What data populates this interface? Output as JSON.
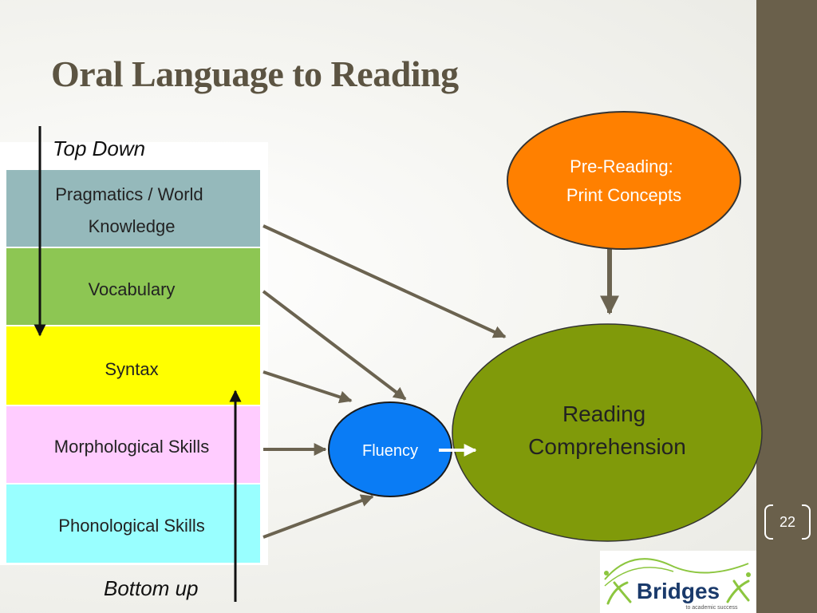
{
  "title": "Oral Language to Reading",
  "labels": {
    "top_down": "Top Down",
    "bottom_up": "Bottom up"
  },
  "layers": [
    {
      "lines": [
        "Pragmatics / World",
        "Knowledge"
      ],
      "color": "#95b9bb"
    },
    {
      "lines": [
        "Vocabulary"
      ],
      "color": "#8dc653"
    },
    {
      "lines": [
        "Syntax"
      ],
      "color": "#ffff00"
    },
    {
      "lines": [
        "Morphological Skills"
      ],
      "color": "#ffccff"
    },
    {
      "lines": [
        "Phonological Skills"
      ],
      "color": "#99ffff"
    }
  ],
  "nodes": {
    "prereading": {
      "lines": [
        "Pre-Reading:",
        "Print Concepts"
      ],
      "color": "#ff8000"
    },
    "fluency": {
      "label": "Fluency",
      "color": "#0a7cf5"
    },
    "comprehension": {
      "lines": [
        "Reading",
        "Comprehension"
      ],
      "color": "#809a0a"
    }
  },
  "page_number": "22",
  "logo": {
    "name": "Bridges",
    "tagline": "to academic success"
  },
  "colors": {
    "sidebar": "#6a604b",
    "title": "#5c5442",
    "arrow": "#6b6350"
  }
}
